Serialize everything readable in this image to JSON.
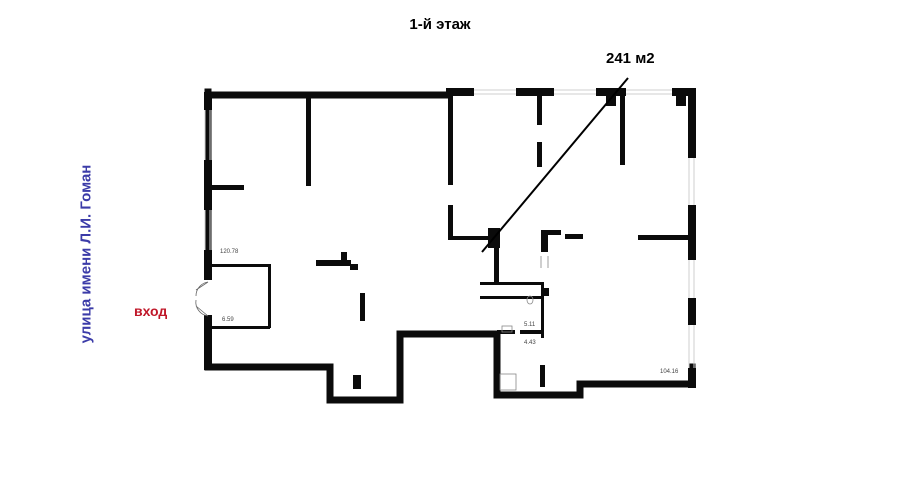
{
  "floor_title": "1-й этаж",
  "area_label": "241 м2",
  "entrance_label": "вход",
  "street_label": "улица имени Л.И. Гоман",
  "room_labels": [
    "120.78",
    "6.59",
    "5.11",
    "4.43",
    "104.16"
  ],
  "colors": {
    "walls": "#0b0b0b",
    "window": "#cfcfcf",
    "entrance": "#c0182a",
    "street": "#3b3ba8",
    "text": "#000000"
  }
}
